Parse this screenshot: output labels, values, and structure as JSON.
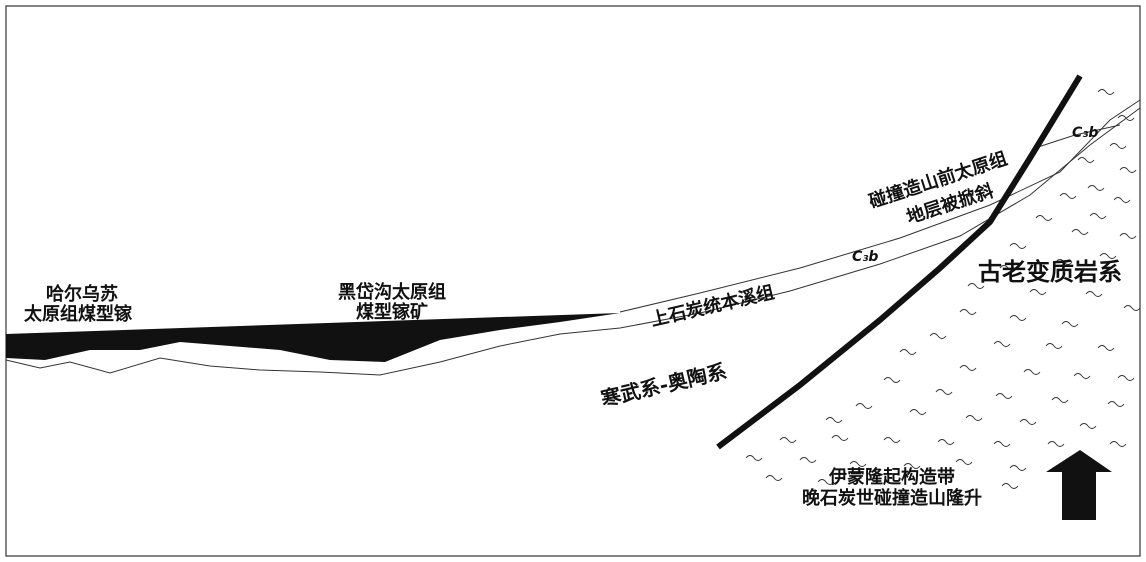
{
  "labels": {
    "hargus_line1": "哈尔乌苏",
    "hargus_line2": "太原组煤型镓",
    "heidai_line1": "黑岱沟太原组",
    "heidai_line2": "煤型镓矿",
    "benxi": "上石炭统本溪组",
    "c3b_upper": "C₃b",
    "c3b_lower": "C₃b",
    "collision_line1": "碰撞造山前太原组",
    "collision_line2": "地层被掀斜",
    "metamorphic": "古老变质岩系",
    "cambrian": "寒武系-奥陶系",
    "yimeng_line1": "伊蒙隆起构造带",
    "yimeng_line2": "晚石炭世碰撞造山隆升"
  },
  "colors": {
    "ink": "#111111",
    "coal": "#111111",
    "background": "#ffffff"
  }
}
